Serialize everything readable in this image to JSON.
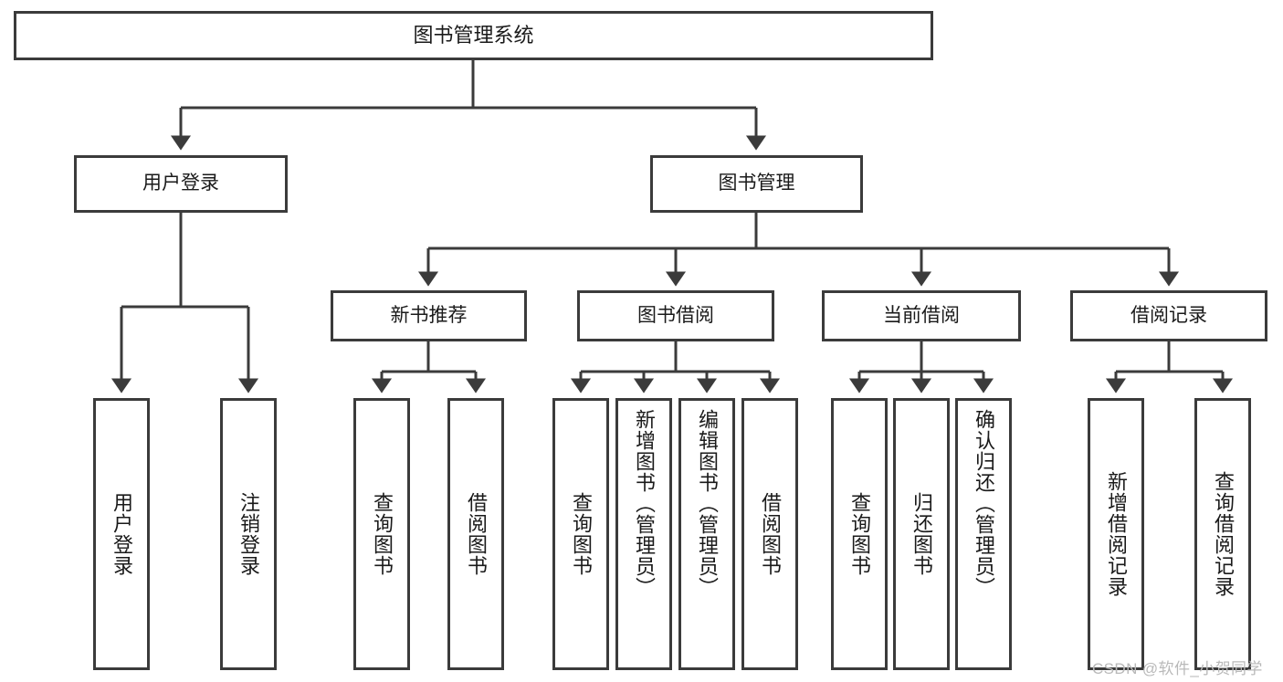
{
  "diagram": {
    "title": "图书管理系统",
    "type": "tree-hierarchy-diagram",
    "colors": {
      "box_border": "#3b3b3b",
      "box_fill": "#ffffff",
      "edge": "#3b3b3b",
      "text": "#1a1a1a",
      "watermark": "#b9b9b9",
      "background": "#ffffff"
    },
    "watermark": "CSDN @软件_小贺同学",
    "nodes": {
      "root": {
        "label": "图书管理系统",
        "orientation": "horizontal",
        "level": 0
      },
      "user_login": {
        "label": "用户登录",
        "orientation": "horizontal",
        "level": 1
      },
      "book_mgmt": {
        "label": "图书管理",
        "orientation": "horizontal",
        "level": 1
      },
      "new_book_rec": {
        "label": "新书推荐",
        "orientation": "horizontal",
        "level": 2
      },
      "book_borrow": {
        "label": "图书借阅",
        "orientation": "horizontal",
        "level": 2
      },
      "current_borrow": {
        "label": "当前借阅",
        "orientation": "horizontal",
        "level": 2
      },
      "borrow_record": {
        "label": "借阅记录",
        "orientation": "horizontal",
        "level": 2
      },
      "leaf_user_login": {
        "label": "用户登录",
        "orientation": "vertical",
        "level": 3
      },
      "leaf_logout": {
        "label": "注销登录",
        "orientation": "vertical",
        "level": 3
      },
      "leaf_query_book_rec": {
        "label": "查询图书",
        "orientation": "vertical",
        "level": 3
      },
      "leaf_borrow_book_rec": {
        "label": "借阅图书",
        "orientation": "vertical",
        "level": 3
      },
      "leaf_query_book_bb": {
        "label": "查询图书",
        "orientation": "vertical",
        "level": 3
      },
      "leaf_add_book": {
        "label": "新增图书（管理员）",
        "orientation": "vertical",
        "level": 3
      },
      "leaf_edit_book": {
        "label": "编辑图书（管理员）",
        "orientation": "vertical",
        "level": 3
      },
      "leaf_borrow_book_bb": {
        "label": "借阅图书",
        "orientation": "vertical",
        "level": 3
      },
      "leaf_query_book_cb": {
        "label": "查询图书",
        "orientation": "vertical",
        "level": 3
      },
      "leaf_return_book": {
        "label": "归还图书",
        "orientation": "vertical",
        "level": 3
      },
      "leaf_confirm_return": {
        "label": "确认归还（管理员）",
        "orientation": "vertical",
        "level": 3
      },
      "leaf_add_record": {
        "label": "新增借阅记录",
        "orientation": "vertical",
        "level": 3
      },
      "leaf_query_record": {
        "label": "查询借阅记录",
        "orientation": "vertical",
        "level": 3
      }
    },
    "hierarchy": [
      {
        "label": "图书管理系统",
        "children": [
          {
            "label": "用户登录",
            "children": [
              {
                "label": "用户登录"
              },
              {
                "label": "注销登录"
              }
            ]
          },
          {
            "label": "图书管理",
            "children": [
              {
                "label": "新书推荐",
                "children": [
                  {
                    "label": "查询图书"
                  },
                  {
                    "label": "借阅图书"
                  }
                ]
              },
              {
                "label": "图书借阅",
                "children": [
                  {
                    "label": "查询图书"
                  },
                  {
                    "label": "新增图书（管理员）"
                  },
                  {
                    "label": "编辑图书（管理员）"
                  },
                  {
                    "label": "借阅图书"
                  }
                ]
              },
              {
                "label": "当前借阅",
                "children": [
                  {
                    "label": "查询图书"
                  },
                  {
                    "label": "归还图书"
                  },
                  {
                    "label": "确认归还（管理员）"
                  }
                ]
              },
              {
                "label": "借阅记录",
                "children": [
                  {
                    "label": "新增借阅记录"
                  },
                  {
                    "label": "查询借阅记录"
                  }
                ]
              }
            ]
          }
        ]
      }
    ]
  }
}
